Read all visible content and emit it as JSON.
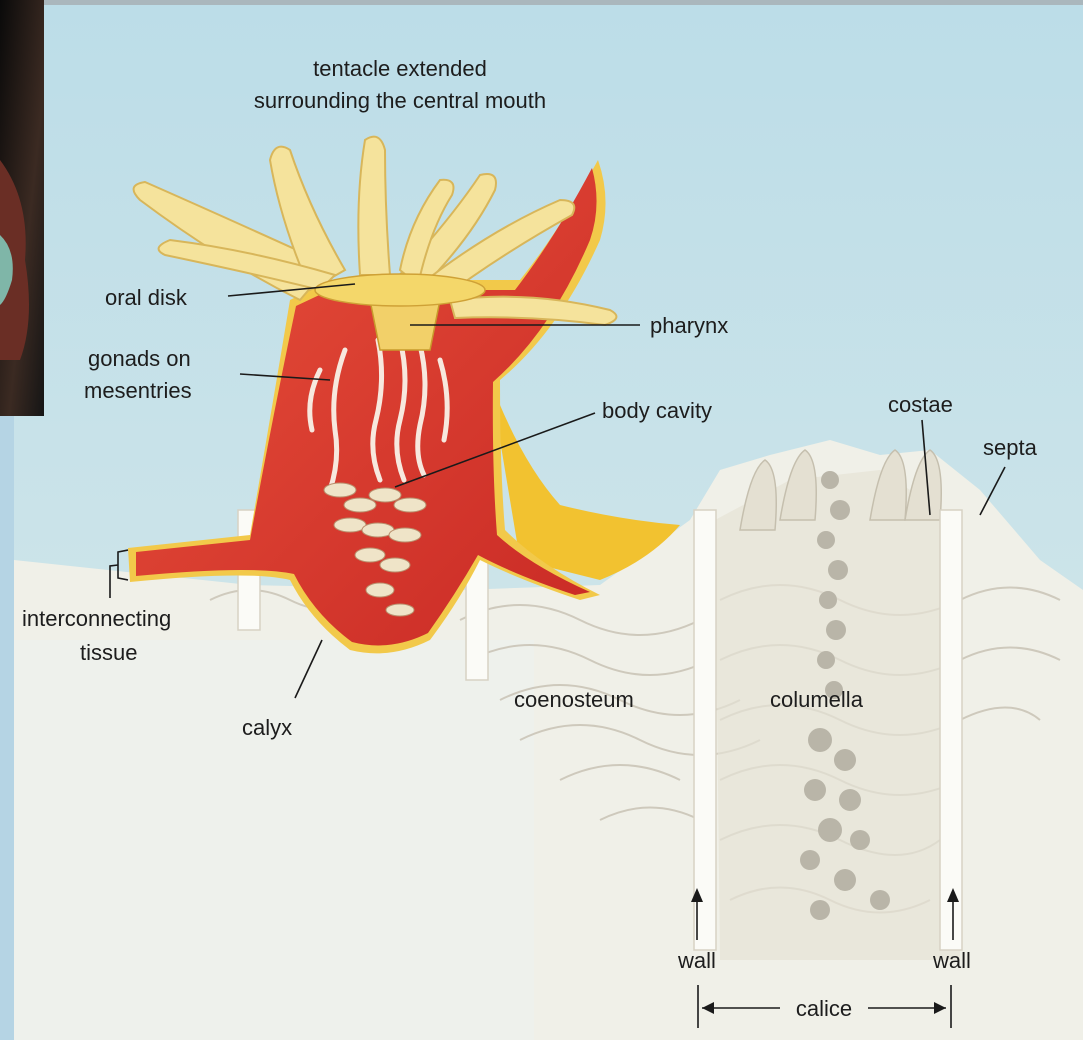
{
  "labels": {
    "tentacle_line1": "tentacle extended",
    "tentacle_line2": "surrounding the central mouth",
    "oral_disk": "oral disk",
    "gonads_line1": "gonads on",
    "gonads_line2": "mesentries",
    "pharynx": "pharynx",
    "body_cavity": "body cavity",
    "costae": "costae",
    "septa": "septa",
    "interconnecting_line1": "interconnecting",
    "interconnecting_line2": "tissue",
    "calyx": "calyx",
    "coenosteum": "coenosteum",
    "columella": "columella",
    "wall_left": "wall",
    "wall_right": "wall",
    "calice": "calice"
  },
  "colors": {
    "water": "#c4e0ea",
    "skeleton": "#f1f1ea",
    "polyp_red": "#dd3a2e",
    "polyp_yellow": "#f0c93a",
    "tentacle_cream": "#f5e29a"
  }
}
